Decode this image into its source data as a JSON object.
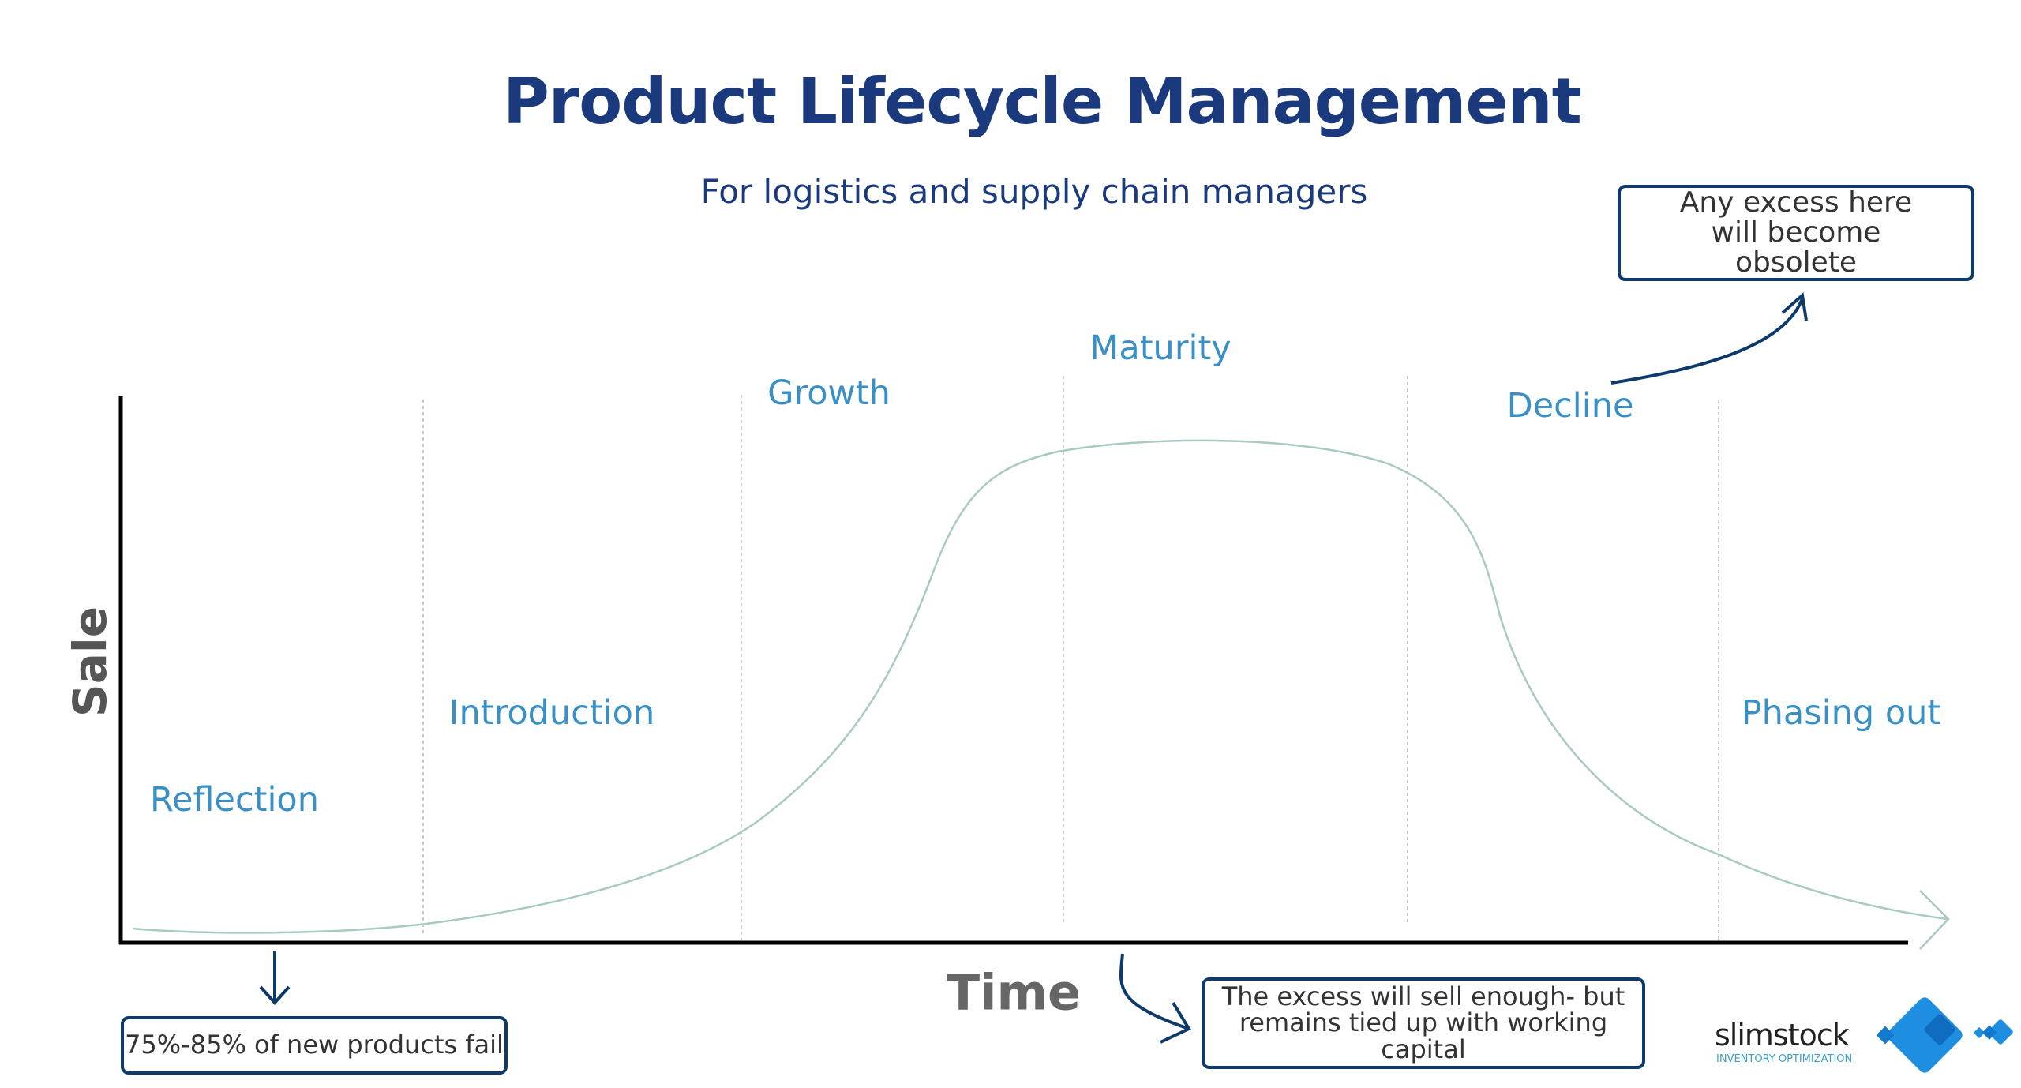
{
  "title": "Product Lifecycle Management",
  "subtitle": "For logistics and supply chain managers",
  "axes": {
    "y_label": "Sale",
    "x_label": "Time"
  },
  "stages": [
    "Reflection",
    "Introduction",
    "Growth",
    "Maturity",
    "Decline",
    "Phasing out"
  ],
  "callouts": {
    "obsolete": "Any excess here will become obsolete",
    "fail": "75%-85% of new products fail",
    "capital": "The excess will sell enough- but remains tied up with working capital"
  },
  "logo": {
    "name": "slimstock",
    "tagline": "INVENTORY OPTIMIZATION"
  },
  "colors": {
    "title": "#1b3a7e",
    "stage": "#3a8fc4",
    "curve": "#a9c9c4",
    "callout": "#0d3a6b",
    "logo": "#1e8fe0"
  }
}
